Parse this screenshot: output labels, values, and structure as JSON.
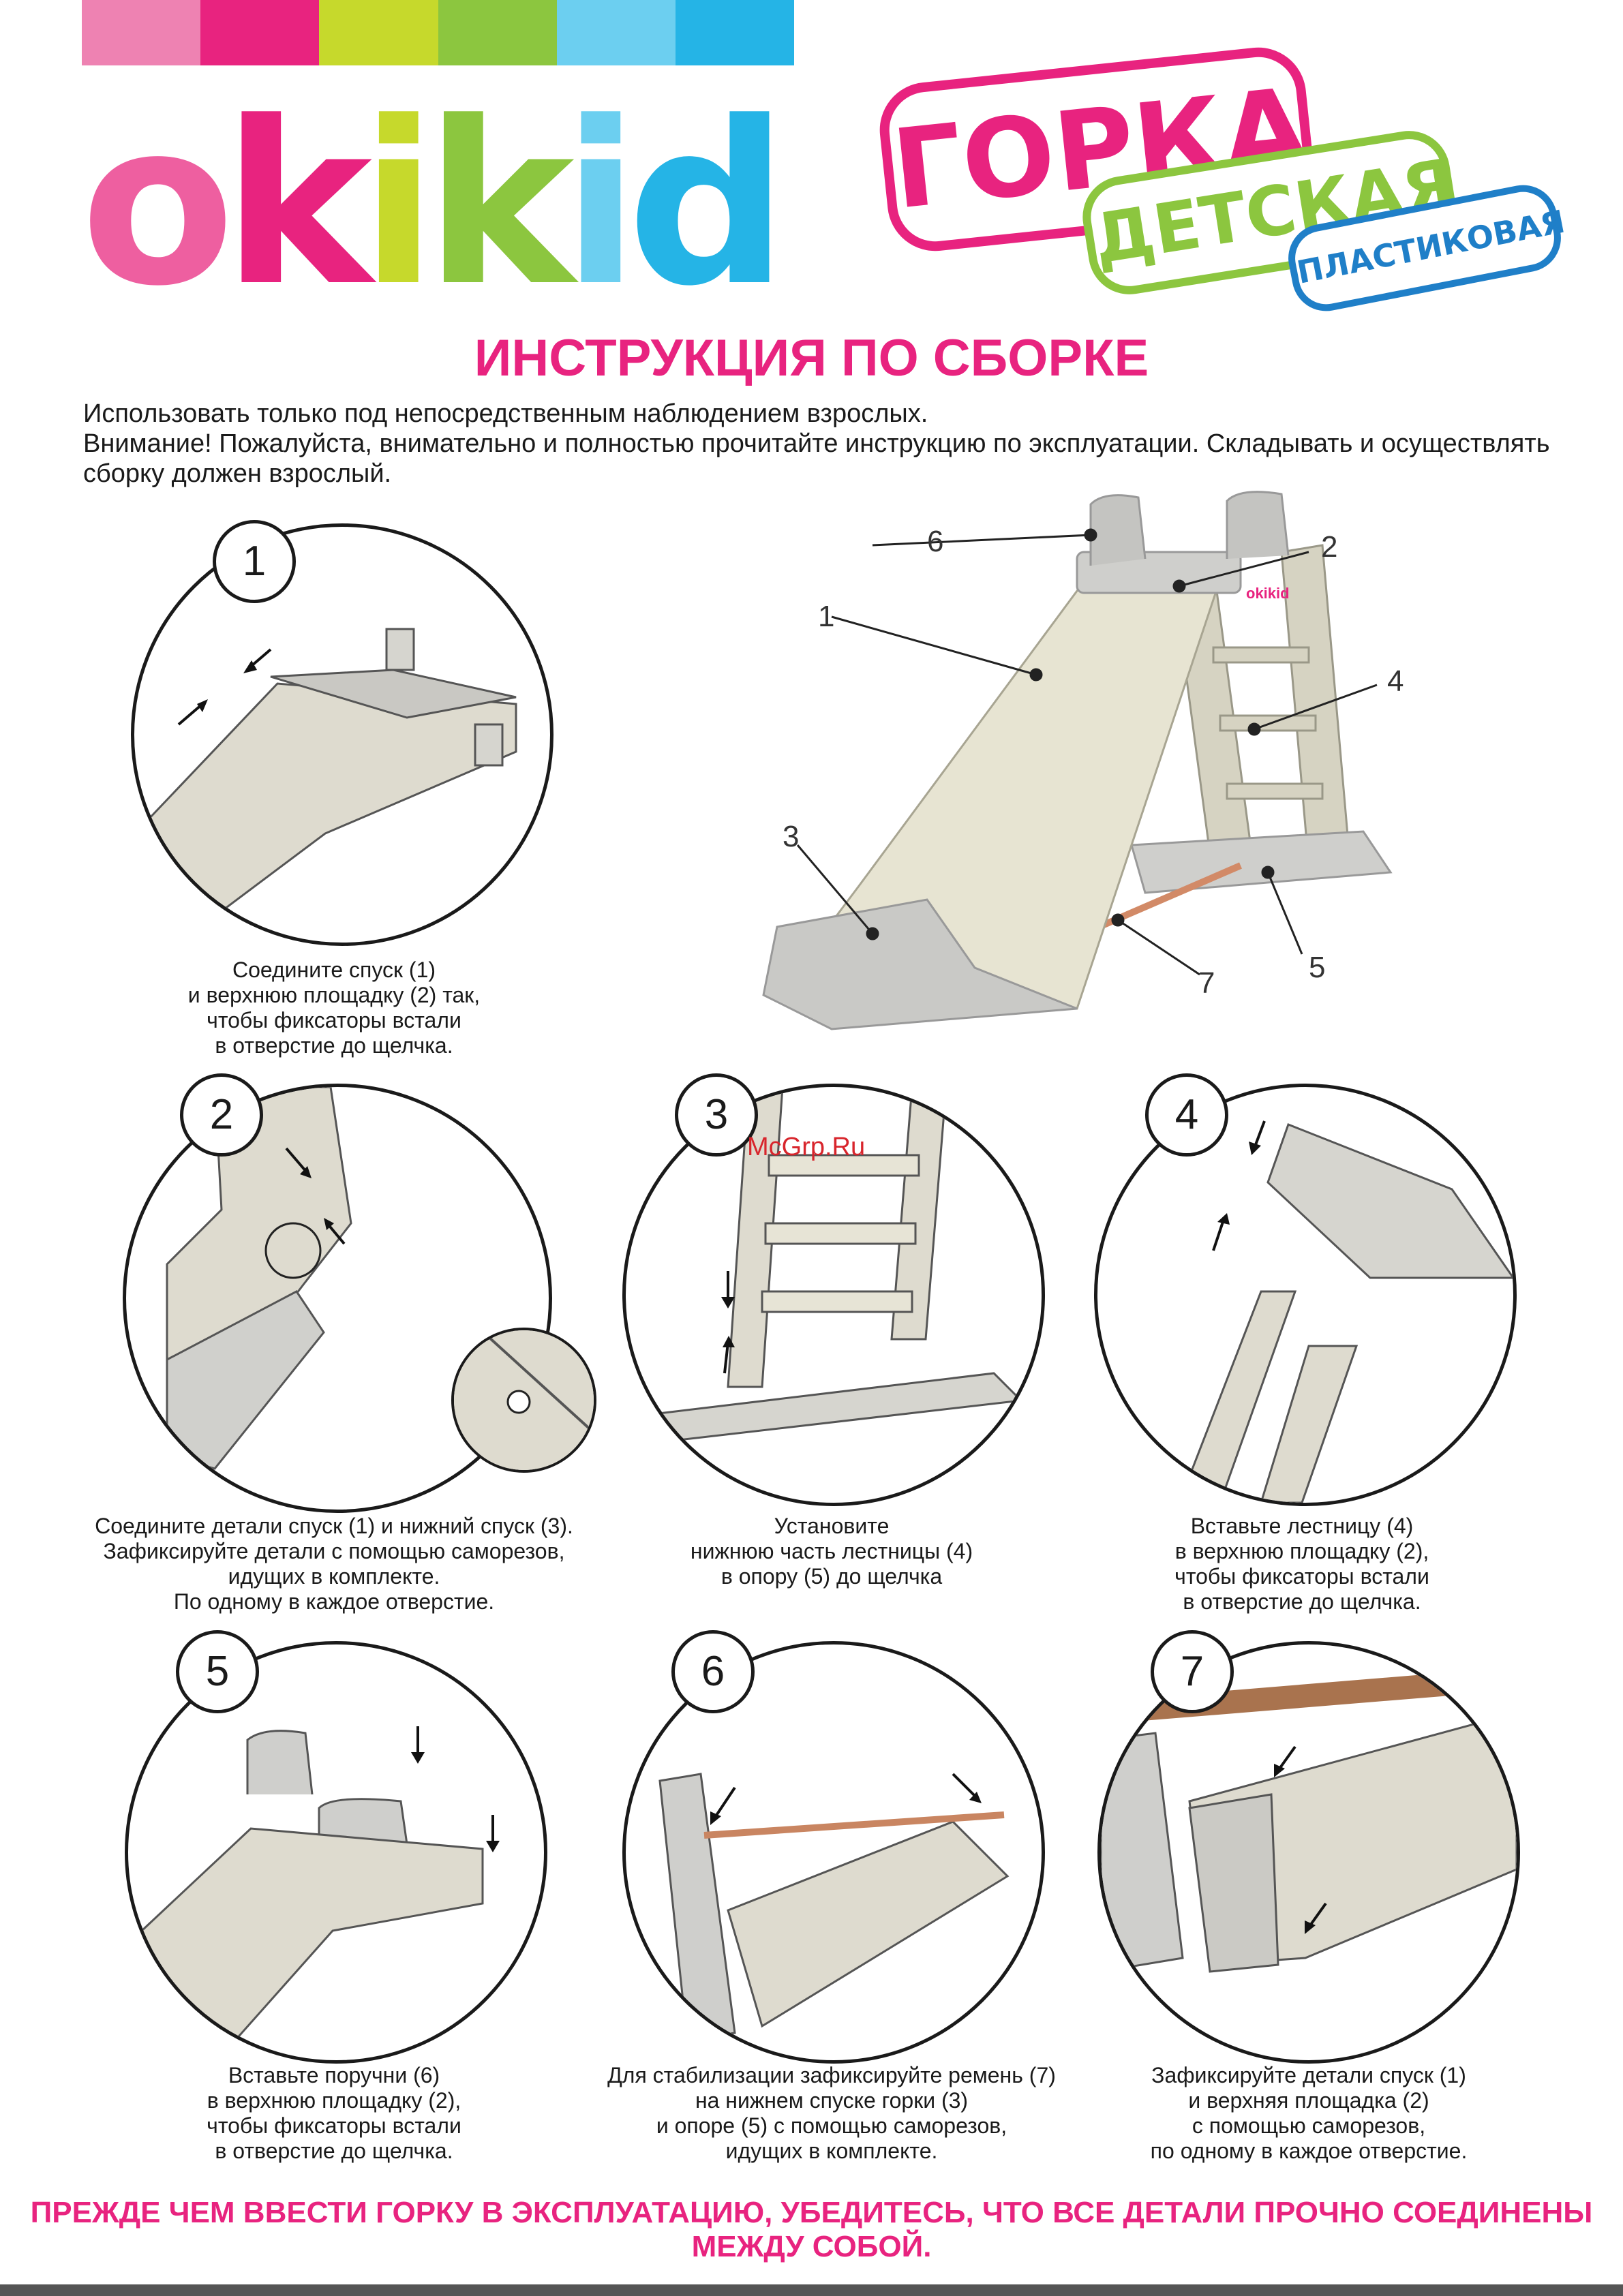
{
  "brand": {
    "stripe_colors": [
      "#ee82b2",
      "#e8237f",
      "#c6d92c",
      "#8cc63f",
      "#6ccff0",
      "#25b4e6"
    ],
    "logo_letters": [
      {
        "ch": "o",
        "color": "#ee5fa0"
      },
      {
        "ch": "k",
        "color": "#e8237f"
      },
      {
        "ch": "i",
        "color": "#c6d92c"
      },
      {
        "ch": "k",
        "color": "#8cc63f"
      },
      {
        "ch": "i",
        "color": "#6ccff0"
      },
      {
        "ch": "d",
        "color": "#25b4e6"
      }
    ]
  },
  "product": {
    "title_1": "ГОРКА",
    "title_2": "ДЕТСКАЯ",
    "title_3": "ПЛАСТИКОВАЯ",
    "accent": "#e8237f"
  },
  "heading": "ИНСТРУКЦИЯ ПО СБОРКЕ",
  "intro": {
    "line1": "Использовать только под непосредственным наблюдением взрослых.",
    "line2": "Внимание! Пожалуйста, внимательно и полностью прочитайте инструкцию по эксплуатации. Складывать и осуществлять сборку должен взрослый."
  },
  "part_labels": [
    "1",
    "2",
    "3",
    "4",
    "5",
    "6",
    "7"
  ],
  "slide_logo": "okikid",
  "watermark": "McGrp.Ru",
  "steps": [
    {
      "number": "1",
      "caption": "Соедините спуск (1)\nи верхнюю площадку (2) так,\nчтобы фиксаторы встали\nв отверстие до щелчка."
    },
    {
      "number": "2",
      "caption": "Соедините детали спуск (1) и нижний спуск (3).\nЗафиксируйте детали с помощью саморезов,\nидущих в комплекте.\nПо одному в каждое отверстие."
    },
    {
      "number": "3",
      "caption": "Установите\nнижнюю часть лестницы (4)\nв опору (5) до щелчка"
    },
    {
      "number": "4",
      "caption": "Вставьте лестницу (4)\nв верхнюю площадку (2),\nчтобы фиксаторы встали\nв отверстие до щелчка."
    },
    {
      "number": "5",
      "caption": "Вставьте поручни (6)\nв верхнюю площадку (2),\nчтобы фиксаторы встали\nв отверстие до щелчка."
    },
    {
      "number": "6",
      "caption": "Для стабилизации зафиксируйте ремень (7)\nна нижнем спуске горки (3)\nи опоре (5) с помощью саморезов,\nидущих в комплекте."
    },
    {
      "number": "7",
      "caption": "Зафиксируйте детали спуск (1)\nи верхняя площадка (2)\nс помощью саморезов,\nпо одному в каждое отверстие."
    }
  ],
  "footer": "ПРЕЖДЕ ЧЕМ ВВЕСТИ ГОРКУ В ЭКСПЛУАТАЦИЮ, УБЕДИТЕСЬ, ЧТО ВСЕ ДЕТАЛИ ПРОЧНО СОЕДИНЕНЫ МЕЖДУ СОБОЙ."
}
